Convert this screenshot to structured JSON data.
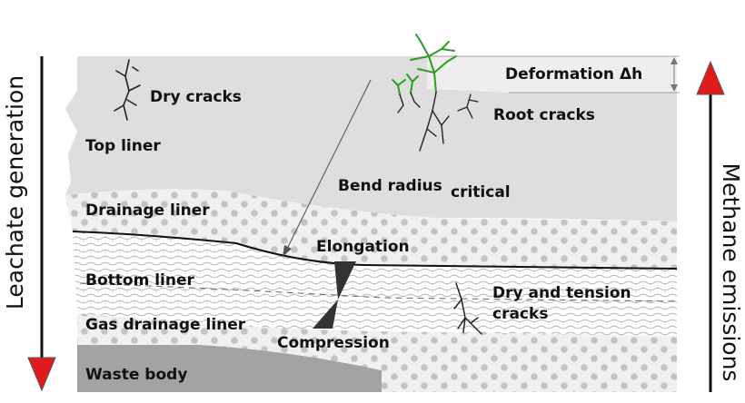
{
  "labels": {
    "dry_cracks": "Dry cracks",
    "top_liner": "Top liner",
    "deformation": "Deformation Δh",
    "root_cracks": "Root cracks",
    "bend_radius": "Bend radius",
    "bend_radius_sub": "critical",
    "drainage_liner": "Drainage liner",
    "elongation": "Elongation",
    "bottom_liner": "Bottom liner",
    "dry_tension_1": "Dry and tension",
    "dry_tension_2": "cracks",
    "gas_drainage_liner": "Gas drainage liner",
    "compression": "Compression",
    "waste_body": "Waste body"
  },
  "side": {
    "left": "Leachate generation",
    "right": "Methane emissions"
  },
  "colors": {
    "top_liner_fill": "#dedede",
    "drainage_fill": "#f0f0f0",
    "dot": "#c4c4c4",
    "wave": "#b0b0b0",
    "waste_fill": "#a3a3a3",
    "arrow_red": "#e11b1b",
    "plant_green": "#2e9d24"
  }
}
